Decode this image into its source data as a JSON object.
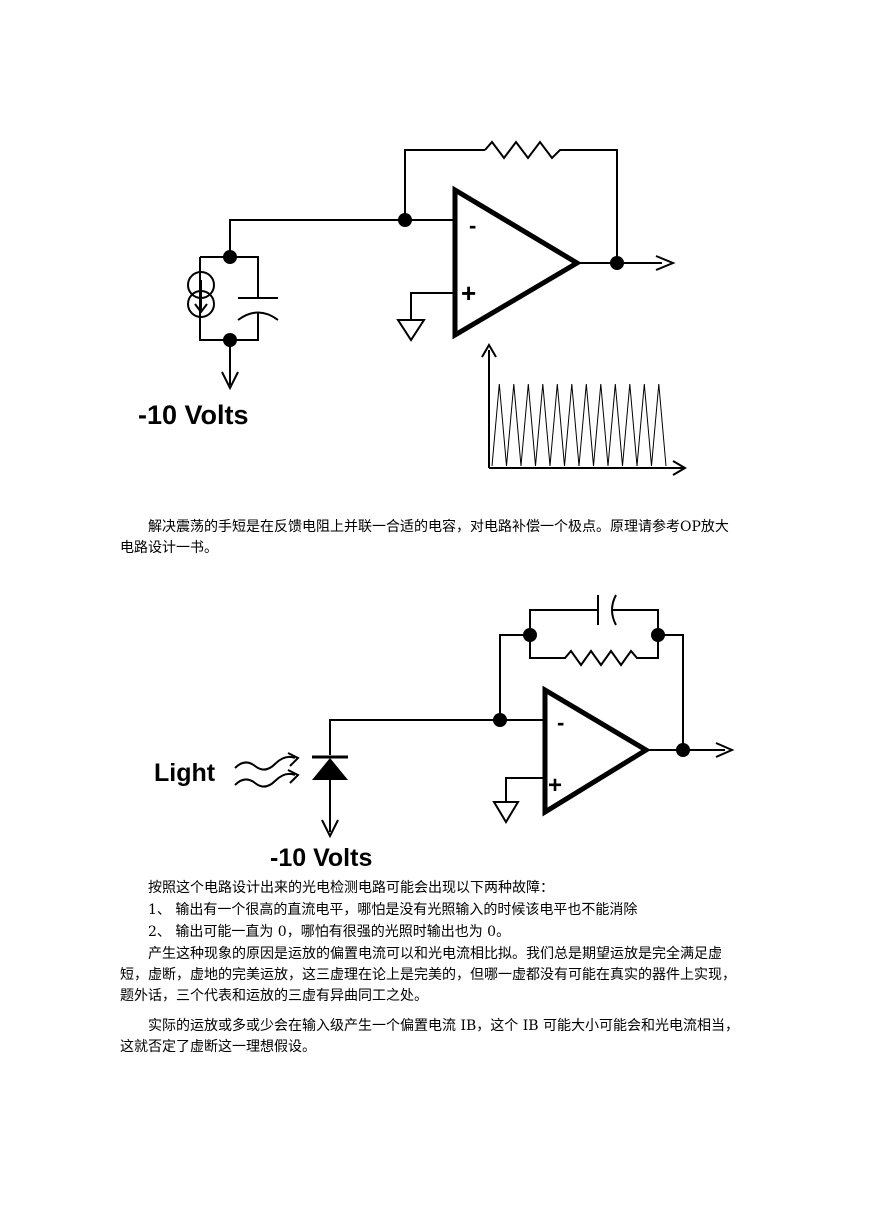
{
  "figure1": {
    "voltage_label": "-10 Volts",
    "minus_sign": "-",
    "plus_sign": "+",
    "waveform_teeth": 12
  },
  "paragraph1": "解决震荡的手短是在反馈电阻上并联一合适的电容，对电路补偿一个极点。原理请参考OP放大电路设计一书。",
  "figure2": {
    "light_label": "Light",
    "voltage_label": "-10 Volts",
    "minus_sign": "-",
    "plus_sign": "+"
  },
  "paragraph2_intro": "按照这个电路设计出来的光电检测电路可能会出现以下两种故障：",
  "faults": [
    "1、 输出有一个很高的直流电平，哪怕是没有光照输入的时候该电平也不能消除",
    "2、 输出可能一直为 0，哪怕有很强的光照时输出也为 0。"
  ],
  "paragraph3": "产生这种现象的原因是运放的偏置电流可以和光电流相比拟。我们总是期望运放是完全满足虚短，虚断，虚地的完美运放，这三虚理在论上是完美的，但哪一虚都没有可能在真实的器件上实现，题外话，三个代表和运放的三虚有异曲同工之处。",
  "paragraph4": "实际的运放或多或少会在输入级产生一个偏置电流 IB，这个 IB 可能大小可能会和光电流相当，这就否定了虚断这一理想假设。"
}
